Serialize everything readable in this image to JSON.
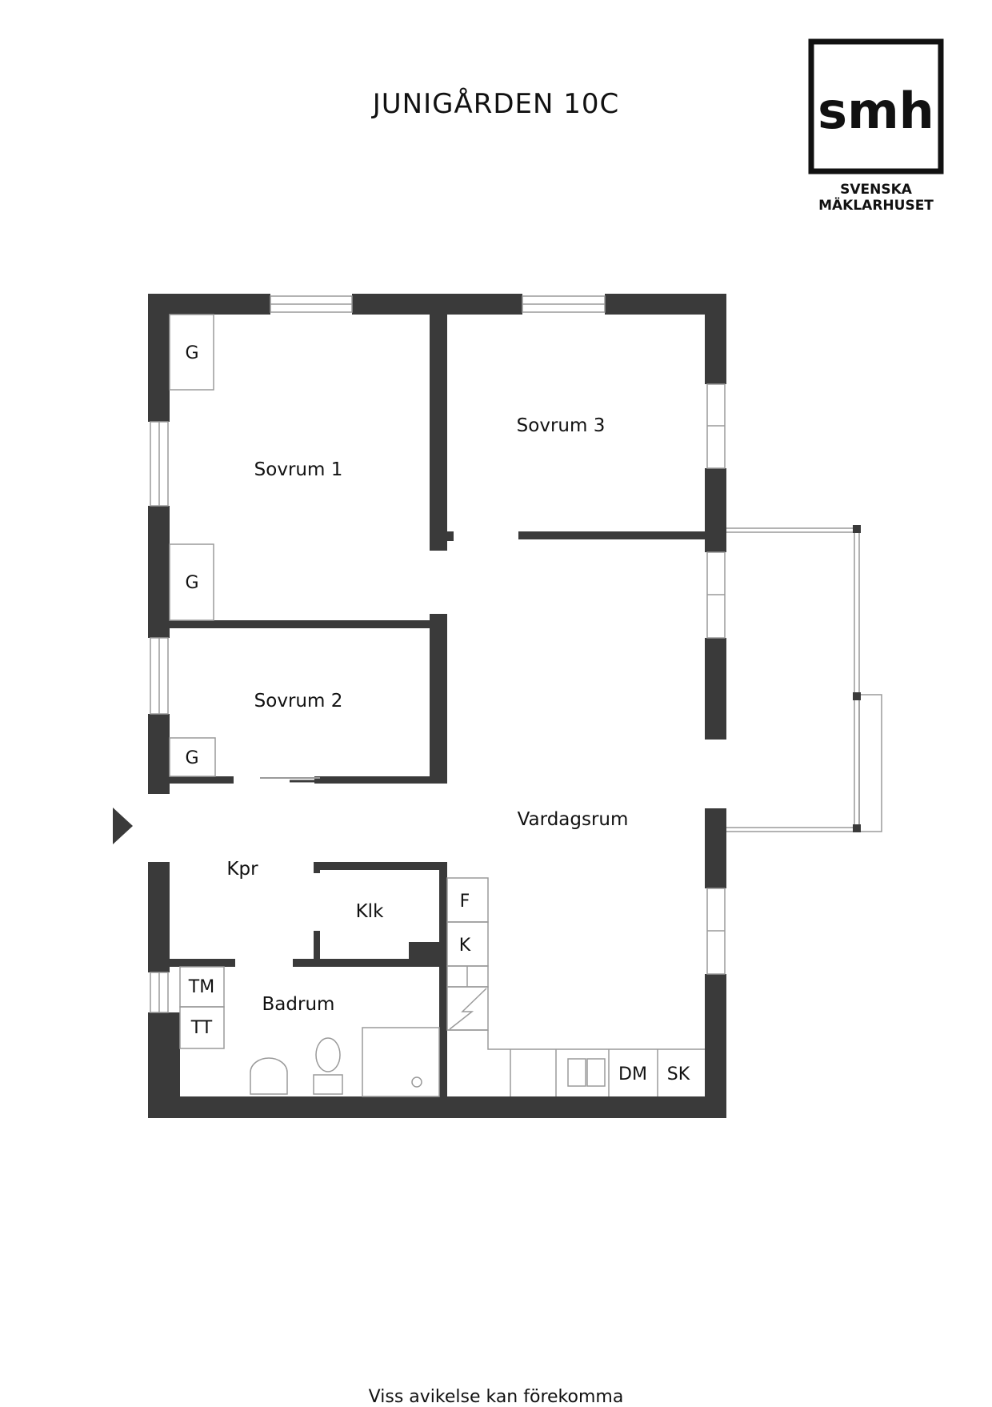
{
  "header": {
    "title": "JUNIGÅRDEN 10C"
  },
  "logo": {
    "mark": "smh",
    "line1": "SVENSKA",
    "line2": "MÄKLARHUSET"
  },
  "rooms": {
    "sovrum1": "Sovrum 1",
    "sovrum2": "Sovrum 2",
    "sovrum3": "Sovrum 3",
    "vardagsrum": "Vardagsrum",
    "kpr": "Kpr",
    "klk": "Klk",
    "badrum": "Badrum"
  },
  "fixtures": {
    "g": "G",
    "f": "F",
    "k": "K",
    "tm": "TM",
    "tt": "TT",
    "dm": "DM",
    "sk": "SK"
  },
  "footer": {
    "note": "Viss avikelse kan förekomma"
  },
  "colors": {
    "wall": "#3a3a3a",
    "line": "#9a9a9a",
    "text": "#111111",
    "background": "#ffffff"
  }
}
